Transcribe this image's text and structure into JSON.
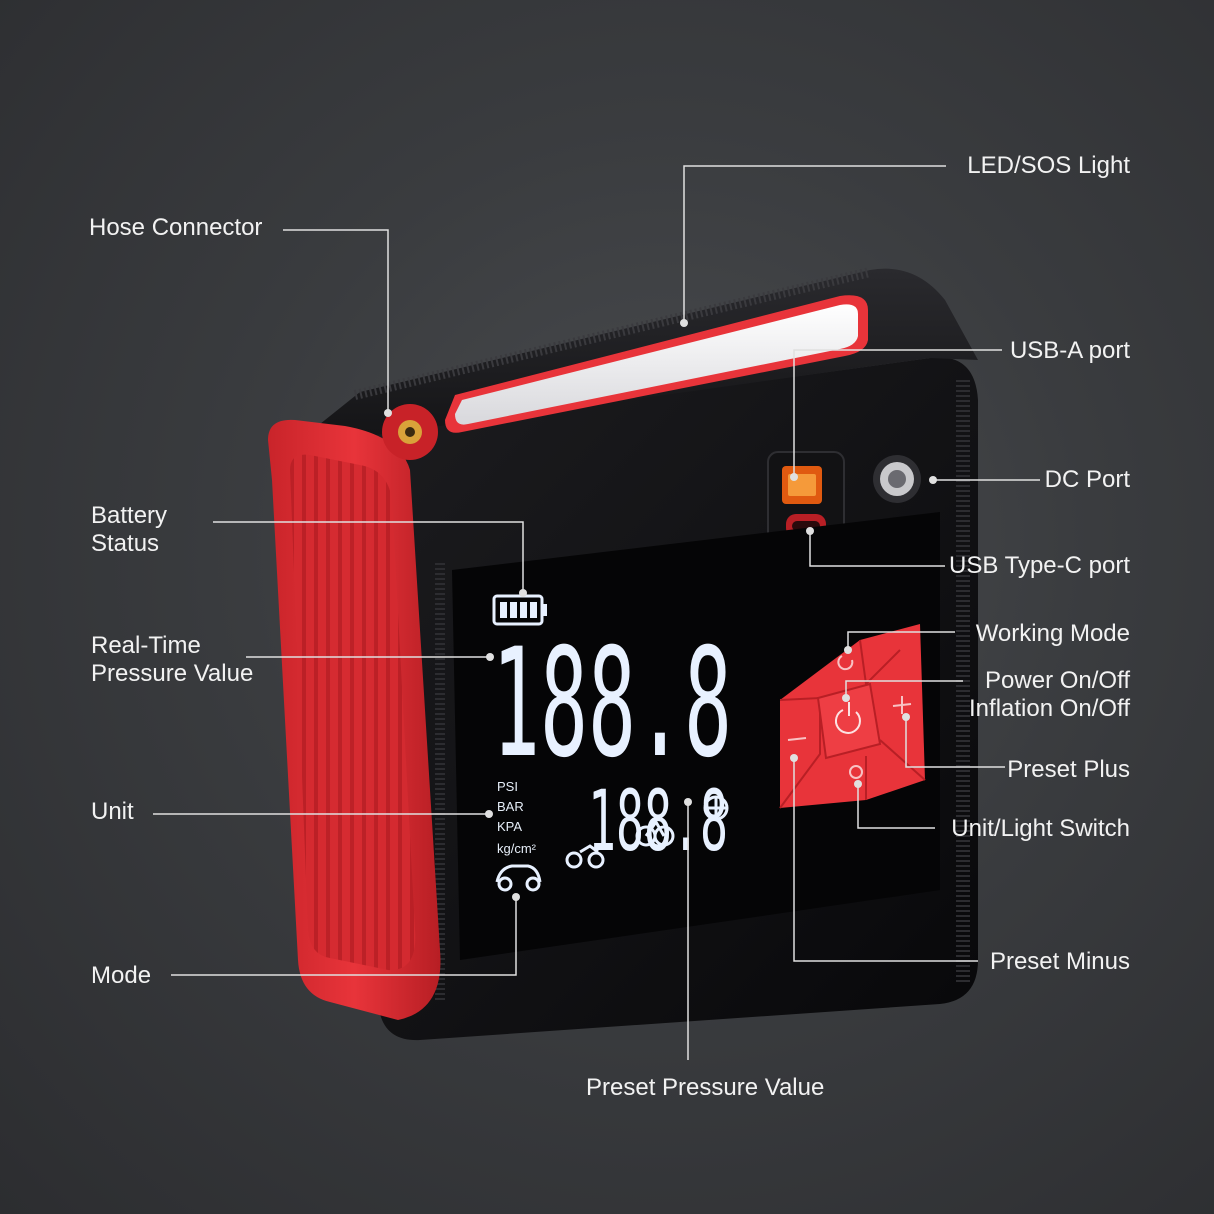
{
  "labels": {
    "hose_connector": "Hose Connector",
    "led_sos_light": "LED/SOS Light",
    "usb_a_port": "USB-A port",
    "dc_port": "DC Port",
    "usb_type_c_port": "USB Type-C port",
    "battery_status_line1": "Battery",
    "battery_status_line2": "Status",
    "real_time_line1": "Real-Time",
    "real_time_line2": "Pressure Value",
    "unit": "Unit",
    "mode": "Mode",
    "working_mode": "Working Mode",
    "power_on_off": "Power On/Off",
    "inflation_on_off": "Inflation On/Off",
    "preset_plus": "Preset Plus",
    "unit_light_switch": "Unit/Light Switch",
    "preset_minus": "Preset Minus",
    "preset_pressure_value": "Preset Pressure Value"
  },
  "display": {
    "main_digits": "188.8",
    "preset_digits": "188.8",
    "units": [
      "PSI",
      "BAR",
      "KPA",
      "kg/cm²"
    ]
  },
  "colors": {
    "accent_red": "#e8343a",
    "body_black": "#0e0e10",
    "lcd_white": "#e8f1ff",
    "leader_line": "#e0e0e0"
  },
  "icons": {
    "battery": "battery-full-icon",
    "car": "car-icon",
    "motorcycle": "motorcycle-icon",
    "bicycle": "bicycle-icon",
    "ball": "ball-icon",
    "power": "power-icon",
    "plus": "plus-icon",
    "minus": "minus-icon",
    "mode": "mode-icon",
    "light": "light-icon"
  }
}
